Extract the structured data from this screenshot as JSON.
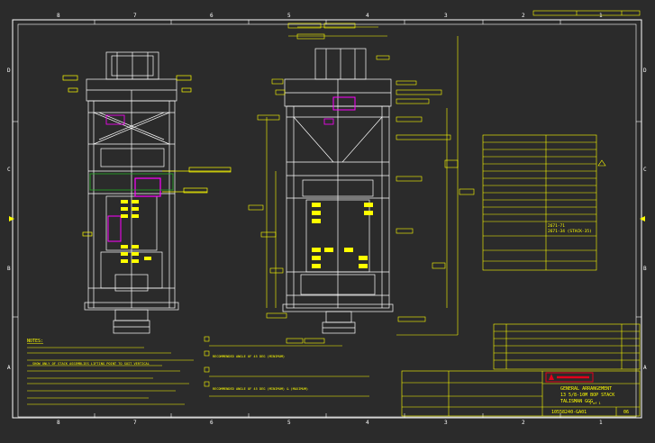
{
  "colors": {
    "background": "#2b2b2b",
    "border": "#ffffff",
    "annotation": "#ffff00",
    "highlight": "#ff00ff",
    "logo": "#e0001b"
  },
  "border": {
    "top_zones": [
      "8",
      "7",
      "6",
      "5",
      "4",
      "3",
      "2",
      "1"
    ],
    "bottom_zones": [
      "8",
      "7",
      "6",
      "5",
      "4",
      "3",
      "2",
      "1"
    ],
    "left_zones": [
      "D",
      "C",
      "B",
      "A"
    ],
    "right_zones": [
      "D",
      "C",
      "B",
      "A"
    ]
  },
  "notes": {
    "heading": "NOTES:",
    "note_1": "SHOW ONLY OF STACK ASSEMBLIES LIFTING POINT TO SUIT VERTICAL",
    "callout_1": "RECOMMENDED ANGLE OF 45 DEG (MINIMUM)",
    "callout_2": "RECOMMENDED ANGLE OF 45 DEG (MINIMUM) & (MAXIMUM)"
  },
  "spec_table": {
    "row_a": "2671-71",
    "row_b": "2671-34 (STACK-35)"
  },
  "title_block": {
    "line_1": "GENERAL ARRANGEMENT",
    "line_2": "13 5/8-10M BOP STACK",
    "line_3": "TALISMAN GGG",
    "doc_number": "10558240-GA01",
    "revision": "06",
    "sheet": "1 of 1"
  }
}
